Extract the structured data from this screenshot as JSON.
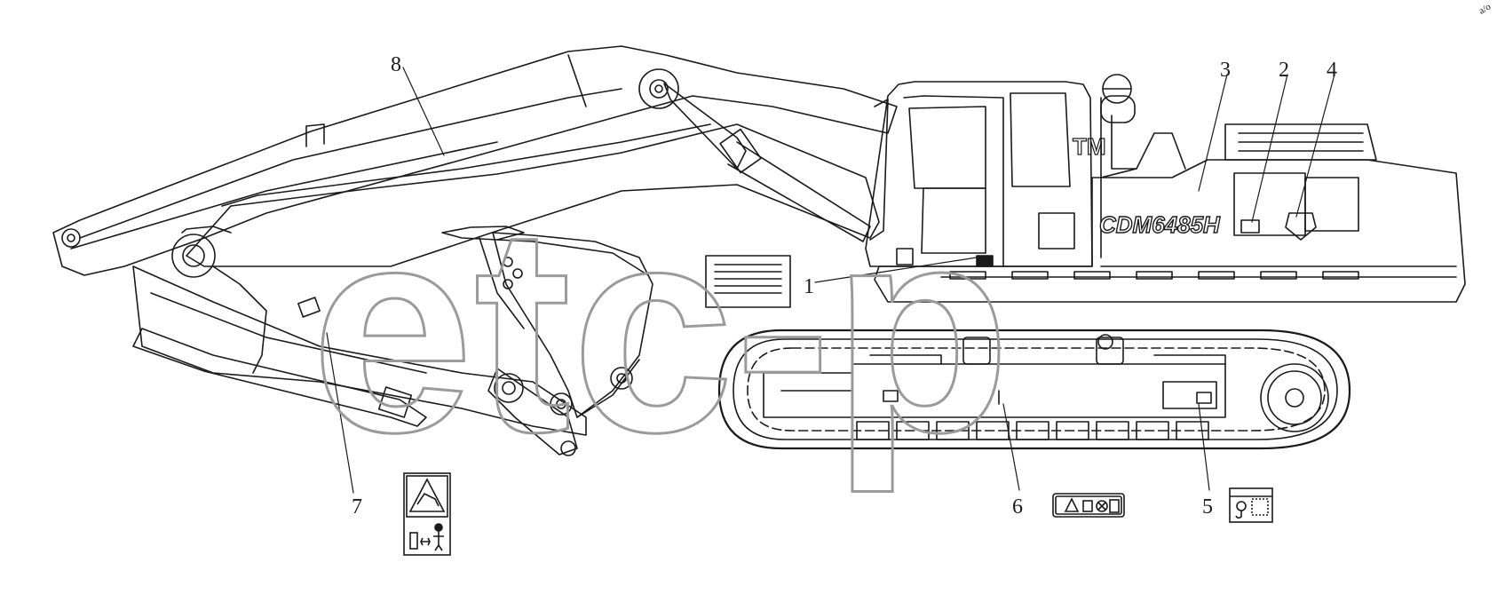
{
  "drawing": {
    "model_label": "CDM6485H",
    "trademark": "TM",
    "watermark": "etc-p",
    "corner_mark": "a/o",
    "callouts": [
      {
        "id": "callout-1",
        "label": "1"
      },
      {
        "id": "callout-2",
        "label": "2"
      },
      {
        "id": "callout-3",
        "label": "3"
      },
      {
        "id": "callout-4",
        "label": "4"
      },
      {
        "id": "callout-5",
        "label": "5"
      },
      {
        "id": "callout-6",
        "label": "6"
      },
      {
        "id": "callout-7",
        "label": "7"
      },
      {
        "id": "callout-8",
        "label": "8"
      }
    ],
    "decals": [
      {
        "name": "decal-boom-warning",
        "icon": "crush-hazard-icon"
      },
      {
        "name": "decal-track-warning",
        "icon": "warning-triangle-icon"
      },
      {
        "name": "decal-lifting",
        "icon": "hook-icon"
      },
      {
        "name": "decal-body-plate",
        "icon": "plate-icon"
      }
    ],
    "colors": {
      "line": "#1a1a1a",
      "watermark": "#9a9a9a",
      "background": "#ffffff"
    }
  }
}
